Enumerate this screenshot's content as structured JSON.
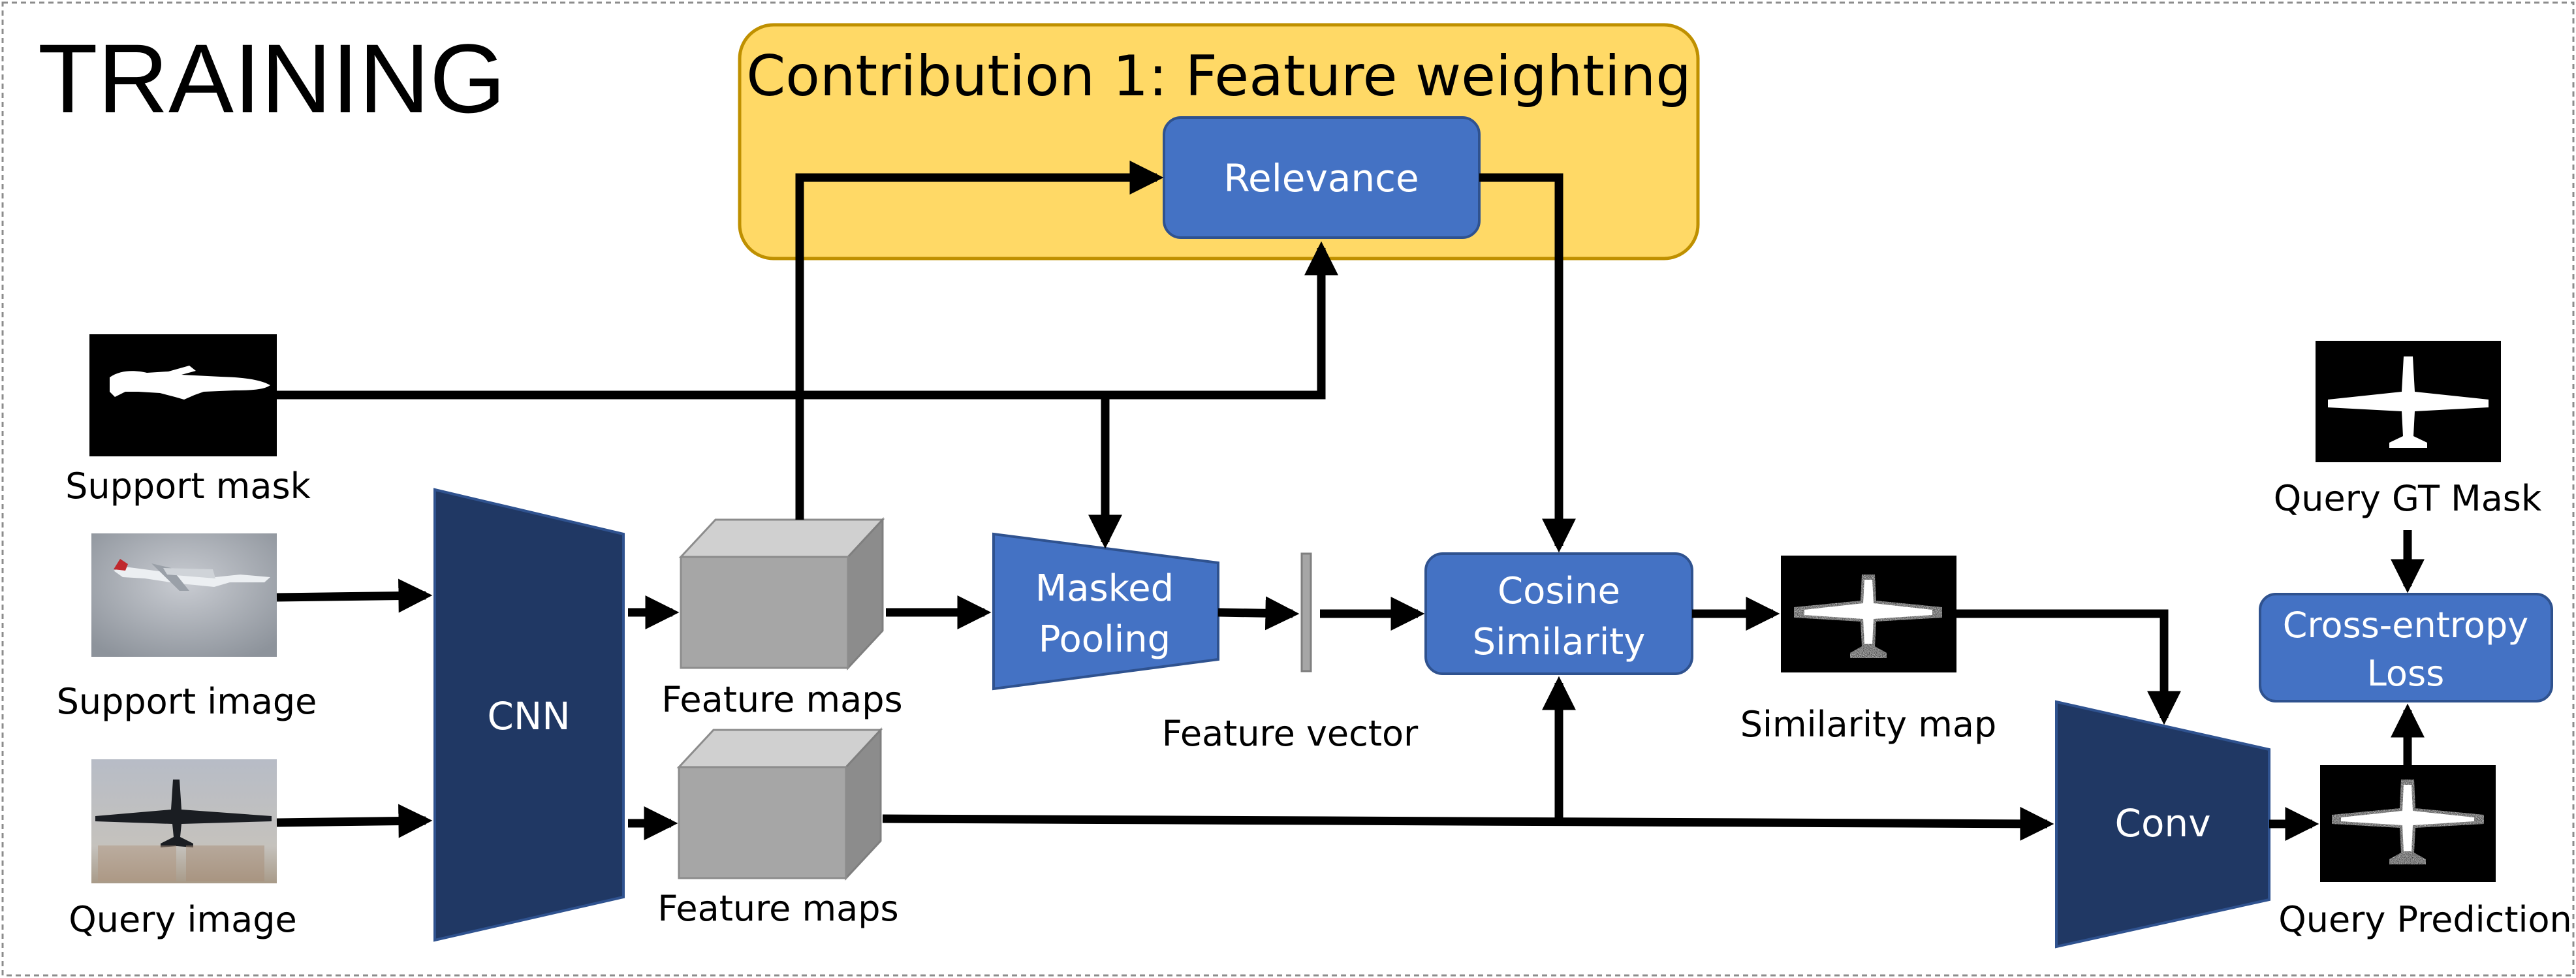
{
  "title": "TRAINING",
  "contribution": {
    "label": "Contribution 1: Feature weighting"
  },
  "boxes": {
    "relevance": "Relevance",
    "cnn": "CNN",
    "masked_pooling_line1": "Masked",
    "masked_pooling_line2": "Pooling",
    "cosine_line1": "Cosine",
    "cosine_line2": "Similarity",
    "conv": "Conv",
    "ce_line1": "Cross-entropy",
    "ce_line2": "Loss"
  },
  "labels": {
    "support_mask": "Support mask",
    "support_image": "Support image",
    "query_image": "Query image",
    "feature_maps_top": "Feature maps",
    "feature_maps_bottom": "Feature maps",
    "feature_vector": "Feature vector",
    "similarity_map": "Similarity map",
    "query_gt_mask": "Query GT Mask",
    "query_prediction": "Query Prediction"
  },
  "colors": {
    "box_blue": "#4472c4",
    "box_dark": "#203864",
    "contribution_fill": "#ffd966",
    "contribution_border": "#bf9000",
    "cube_gray": "#a6a6a6"
  }
}
